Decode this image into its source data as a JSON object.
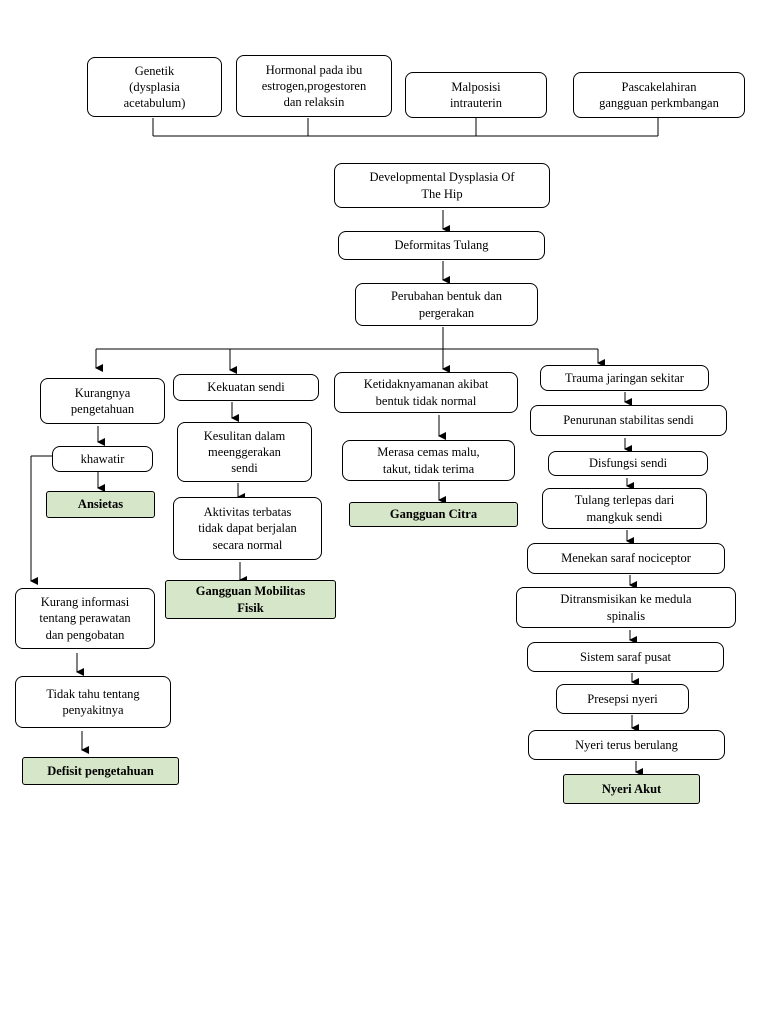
{
  "causes": {
    "genetik": "Genetik\n(dysplasia\nacetabulum)",
    "hormonal": "Hormonal pada ibu\nestrogen,progestoren\ndan relaksin",
    "malposisi": "Malposisi\nintrauterin",
    "pascakelahiran": "Pascakelahiran\ngangguan perkmbangan"
  },
  "main": {
    "ddh": "Developmental Dysplasia Of\nThe Hip",
    "deformitas": "Deformitas Tulang",
    "perubahan": "Perubahan bentuk dan\npergerakan"
  },
  "branch1": {
    "kurangnya": "Kurangnya\npengetahuan",
    "khawatir": "khawatir",
    "ansietas": "Ansietas",
    "kurang_info": "Kurang informasi\ntentang perawatan\ndan pengobatan",
    "tidak_tahu": "Tidak tahu tentang\npenyakitnya",
    "defisit": "Defisit pengetahuan"
  },
  "branch2": {
    "kekuatan": "Kekuatan sendi",
    "kesulitan": "Kesulitan dalam\nmeenggerakan\nsendi",
    "aktivitas": "Aktivitas terbatas\ntidak dapat berjalan\nsecara normal",
    "mobilitas": "Gangguan Mobilitas\nFisik"
  },
  "branch3": {
    "ketidaknyamanan": "Ketidaknyamanan akibat\nbentuk tidak normal",
    "merasa": "Merasa cemas malu,\ntakut, tidak terima",
    "citra": "Gangguan Citra"
  },
  "branch4": {
    "trauma": "Trauma jaringan sekitar",
    "penurunan": "Penurunan stabilitas sendi",
    "disfungsi": "Disfungsi sendi",
    "tulang": "Tulang terlepas dari\nmangkuk sendi",
    "menekan": "Menekan saraf nociceptor",
    "ditransmisikan": "Ditransmisikan ke medula\nspinalis",
    "sistem": "Sistem saraf pusat",
    "presepsi": "Presepsi nyeri",
    "nyeri_berulang": "Nyeri terus berulang",
    "nyeri_akut": "Nyeri Akut"
  },
  "colors": {
    "diagnosis_fill": "#d6e6c8",
    "border": "#000000"
  }
}
